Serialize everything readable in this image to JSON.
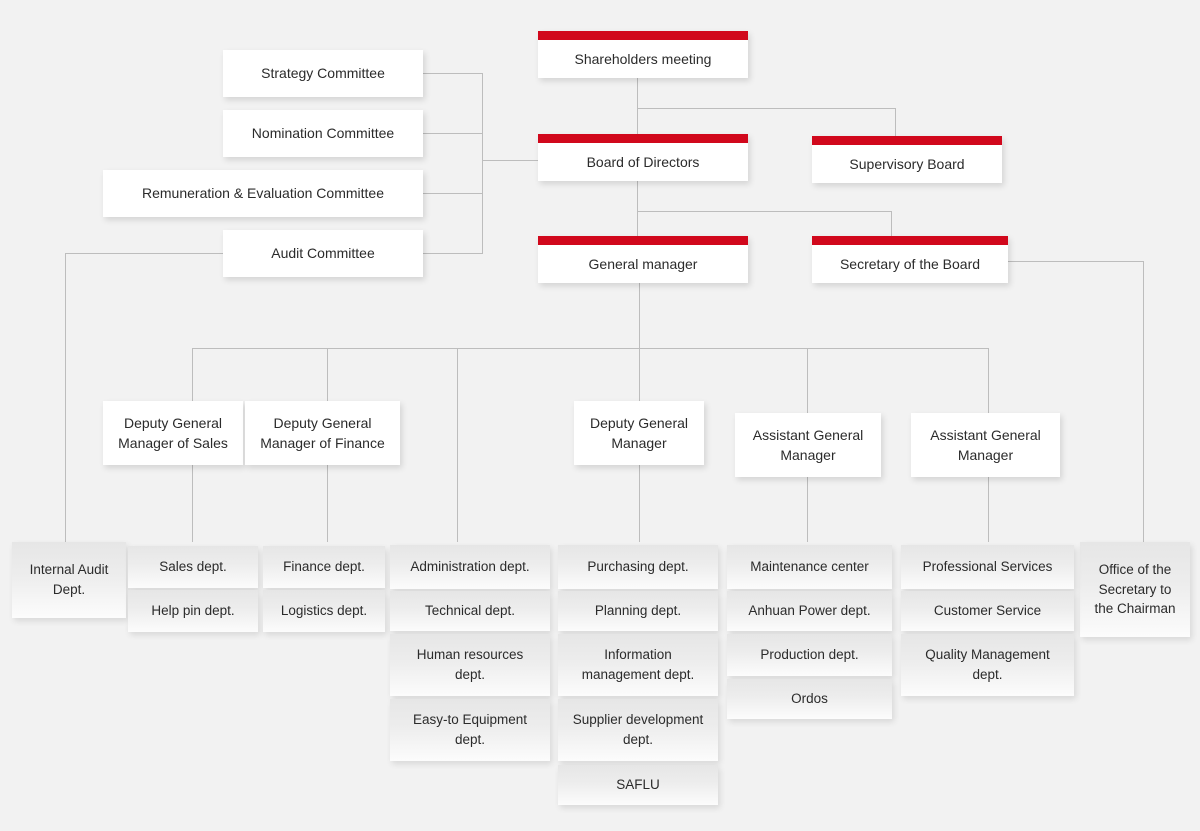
{
  "diagram": {
    "title": "Corporate Governance Organizational Chart",
    "type": "org-chart",
    "background_color": "#f2f2f2",
    "accent_color": "#d1081c",
    "line_color": "#bdbdbd",
    "box_white_color": "#ffffff",
    "box_dept_color": "#ededed"
  },
  "nodes": {
    "shareholders_meeting": "Shareholders meeting",
    "board_of_directors": "Board of Directors",
    "supervisory_board": "Supervisory Board",
    "general_manager": "General manager",
    "secretary_of_the_board": "Secretary of the Board",
    "strategy_committee": "Strategy Committee",
    "nomination_committee": "Nomination Committee",
    "remuneration_evaluation_committee": "Remuneration & Evaluation Committee",
    "audit_committee": "Audit Committee",
    "deputy_gm_sales": "Deputy General Manager of Sales",
    "deputy_gm_finance": "Deputy General Manager of Finance",
    "deputy_gm": "Deputy General Manager",
    "assistant_gm_1": "Assistant General Manager",
    "assistant_gm_2": "Assistant General Manager",
    "internal_audit_dept": "Internal Audit Dept.",
    "office_secretary_chairman": "Office of the Secretary to the Chairman"
  },
  "departments": {
    "sales_column": [
      "Sales dept.",
      "Help pin dept."
    ],
    "finance_column": [
      "Finance dept.",
      "Logistics dept."
    ],
    "administration_column": [
      "Administration dept.",
      "Technical dept.",
      "Human resources dept.",
      "Easy-to Equipment dept."
    ],
    "purchasing_column": [
      "Purchasing dept.",
      "Planning dept.",
      "Information management dept.",
      "Supplier development dept.",
      "SAFLU"
    ],
    "maintenance_column": [
      "Maintenance center",
      "Anhuan Power dept.",
      "Production dept.",
      "Ordos"
    ],
    "services_column": [
      "Professional Services",
      "Customer Service",
      "Quality Management dept."
    ]
  }
}
